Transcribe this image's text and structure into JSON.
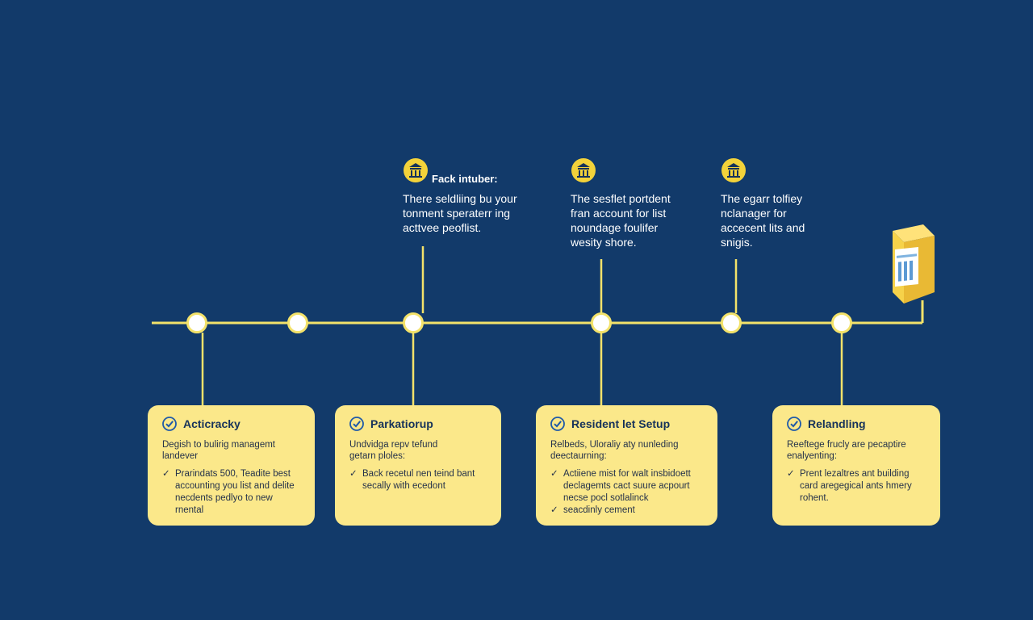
{
  "colors": {
    "background": "#123a6a",
    "accent": "#f3e26a",
    "card": "#fbe88a",
    "text_light": "#ffffff",
    "text_dark": "#16325a"
  },
  "timeline": {
    "node_count": 6
  },
  "callouts": [
    {
      "icon": "bank-icon",
      "title": "Fack intuber:",
      "text": "There seldliing bu your\ntonment speraterr ing\nacttvee peoflist."
    },
    {
      "icon": "bank-icon",
      "title": "",
      "text": "The sesflet portdent\nfran account for list\nnoundage foulifer\nwesity shore."
    },
    {
      "icon": "bank-icon",
      "title": "",
      "text": "The egarr tolfiey\nnclanager for\naccecent lits and\nsnigis."
    }
  ],
  "cards": [
    {
      "title": "Acticracky",
      "desc": "Degish to bulirig managemt\nlandever",
      "bullets": [
        "Prarindats 500, Teadite best\naccounting you list and delite\nnecdents pedlyo to new\nrnental"
      ]
    },
    {
      "title": "Parkatiorup",
      "desc": "Undvidga repv tefund\ngetarn ploles:",
      "bullets": [
        "Back recetul nen teind bant\nsecally with ecedont"
      ]
    },
    {
      "title": "Resident let Setup",
      "desc": "Relbeds, Uloraliy aty nunleding\ndeectaurning:",
      "bullets": [
        "Actiiene mist for walt insbidoett\ndeclagemts cact suure acpourt\nnecse pocl sotlalinck",
        "seacdinly cement"
      ]
    },
    {
      "title": "Relandling",
      "desc": "Reeftege frucly are pecaptire\nenalyenting:",
      "bullets": [
        "Prent lezaltres ant building\ncard aregegical ants hmery\nrohent."
      ]
    }
  ],
  "bullet_mark": "✓"
}
